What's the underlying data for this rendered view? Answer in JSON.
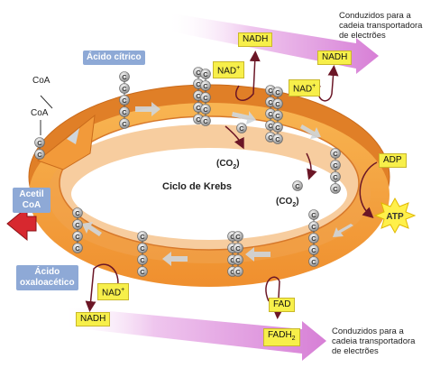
{
  "cycle": {
    "title": "Ciclo de Krebs",
    "carbon": "C"
  },
  "molecules": {
    "coa_top": "CoA",
    "coa_mid": "CoA",
    "acetil_line1": "Acetil",
    "acetil_line2": "CoA",
    "citric_acid": "Ácido cítrico",
    "oxaloacetic_line1": "Ácido",
    "oxaloacetic_line2": "oxaloacético",
    "co2_1": "(CO",
    "co2_1_sub": "2",
    "co2_1_end": ")",
    "co2_2": "(CO",
    "co2_2_sub": "2",
    "co2_2_end": ")"
  },
  "cofactors": {
    "nadh_top1": "NADH",
    "nad_top1": "NAD",
    "nad_top1_sup": "+",
    "nadh_top2": "NADH",
    "nad_top2": "NAD",
    "nad_top2_sup": "+",
    "nad_bottom": "NAD",
    "nad_bottom_sup": "+",
    "nadh_bottom": "NADH",
    "fad": "FAD",
    "fadh2": "FADH",
    "fadh2_sub": "2",
    "adp": "ADP",
    "atp": "ATP"
  },
  "notes": {
    "top_line1": "Conduzidos para a",
    "top_line2": "cadeia transportadora",
    "top_line3": "de electrões",
    "bottom_line1": "Conduzidos para a",
    "bottom_line2": "cadeia transportadora",
    "bottom_line3": "de electrões"
  },
  "colors": {
    "ring": "#f5a23c",
    "ring_dark": "#d9782a",
    "carbon": "#a7a7a7",
    "yellow_label": "#f7ef4a",
    "blue_label": "#8ea9d6",
    "arrow_pink": "#e7a0e6",
    "arrow_curve": "#6b1626"
  }
}
